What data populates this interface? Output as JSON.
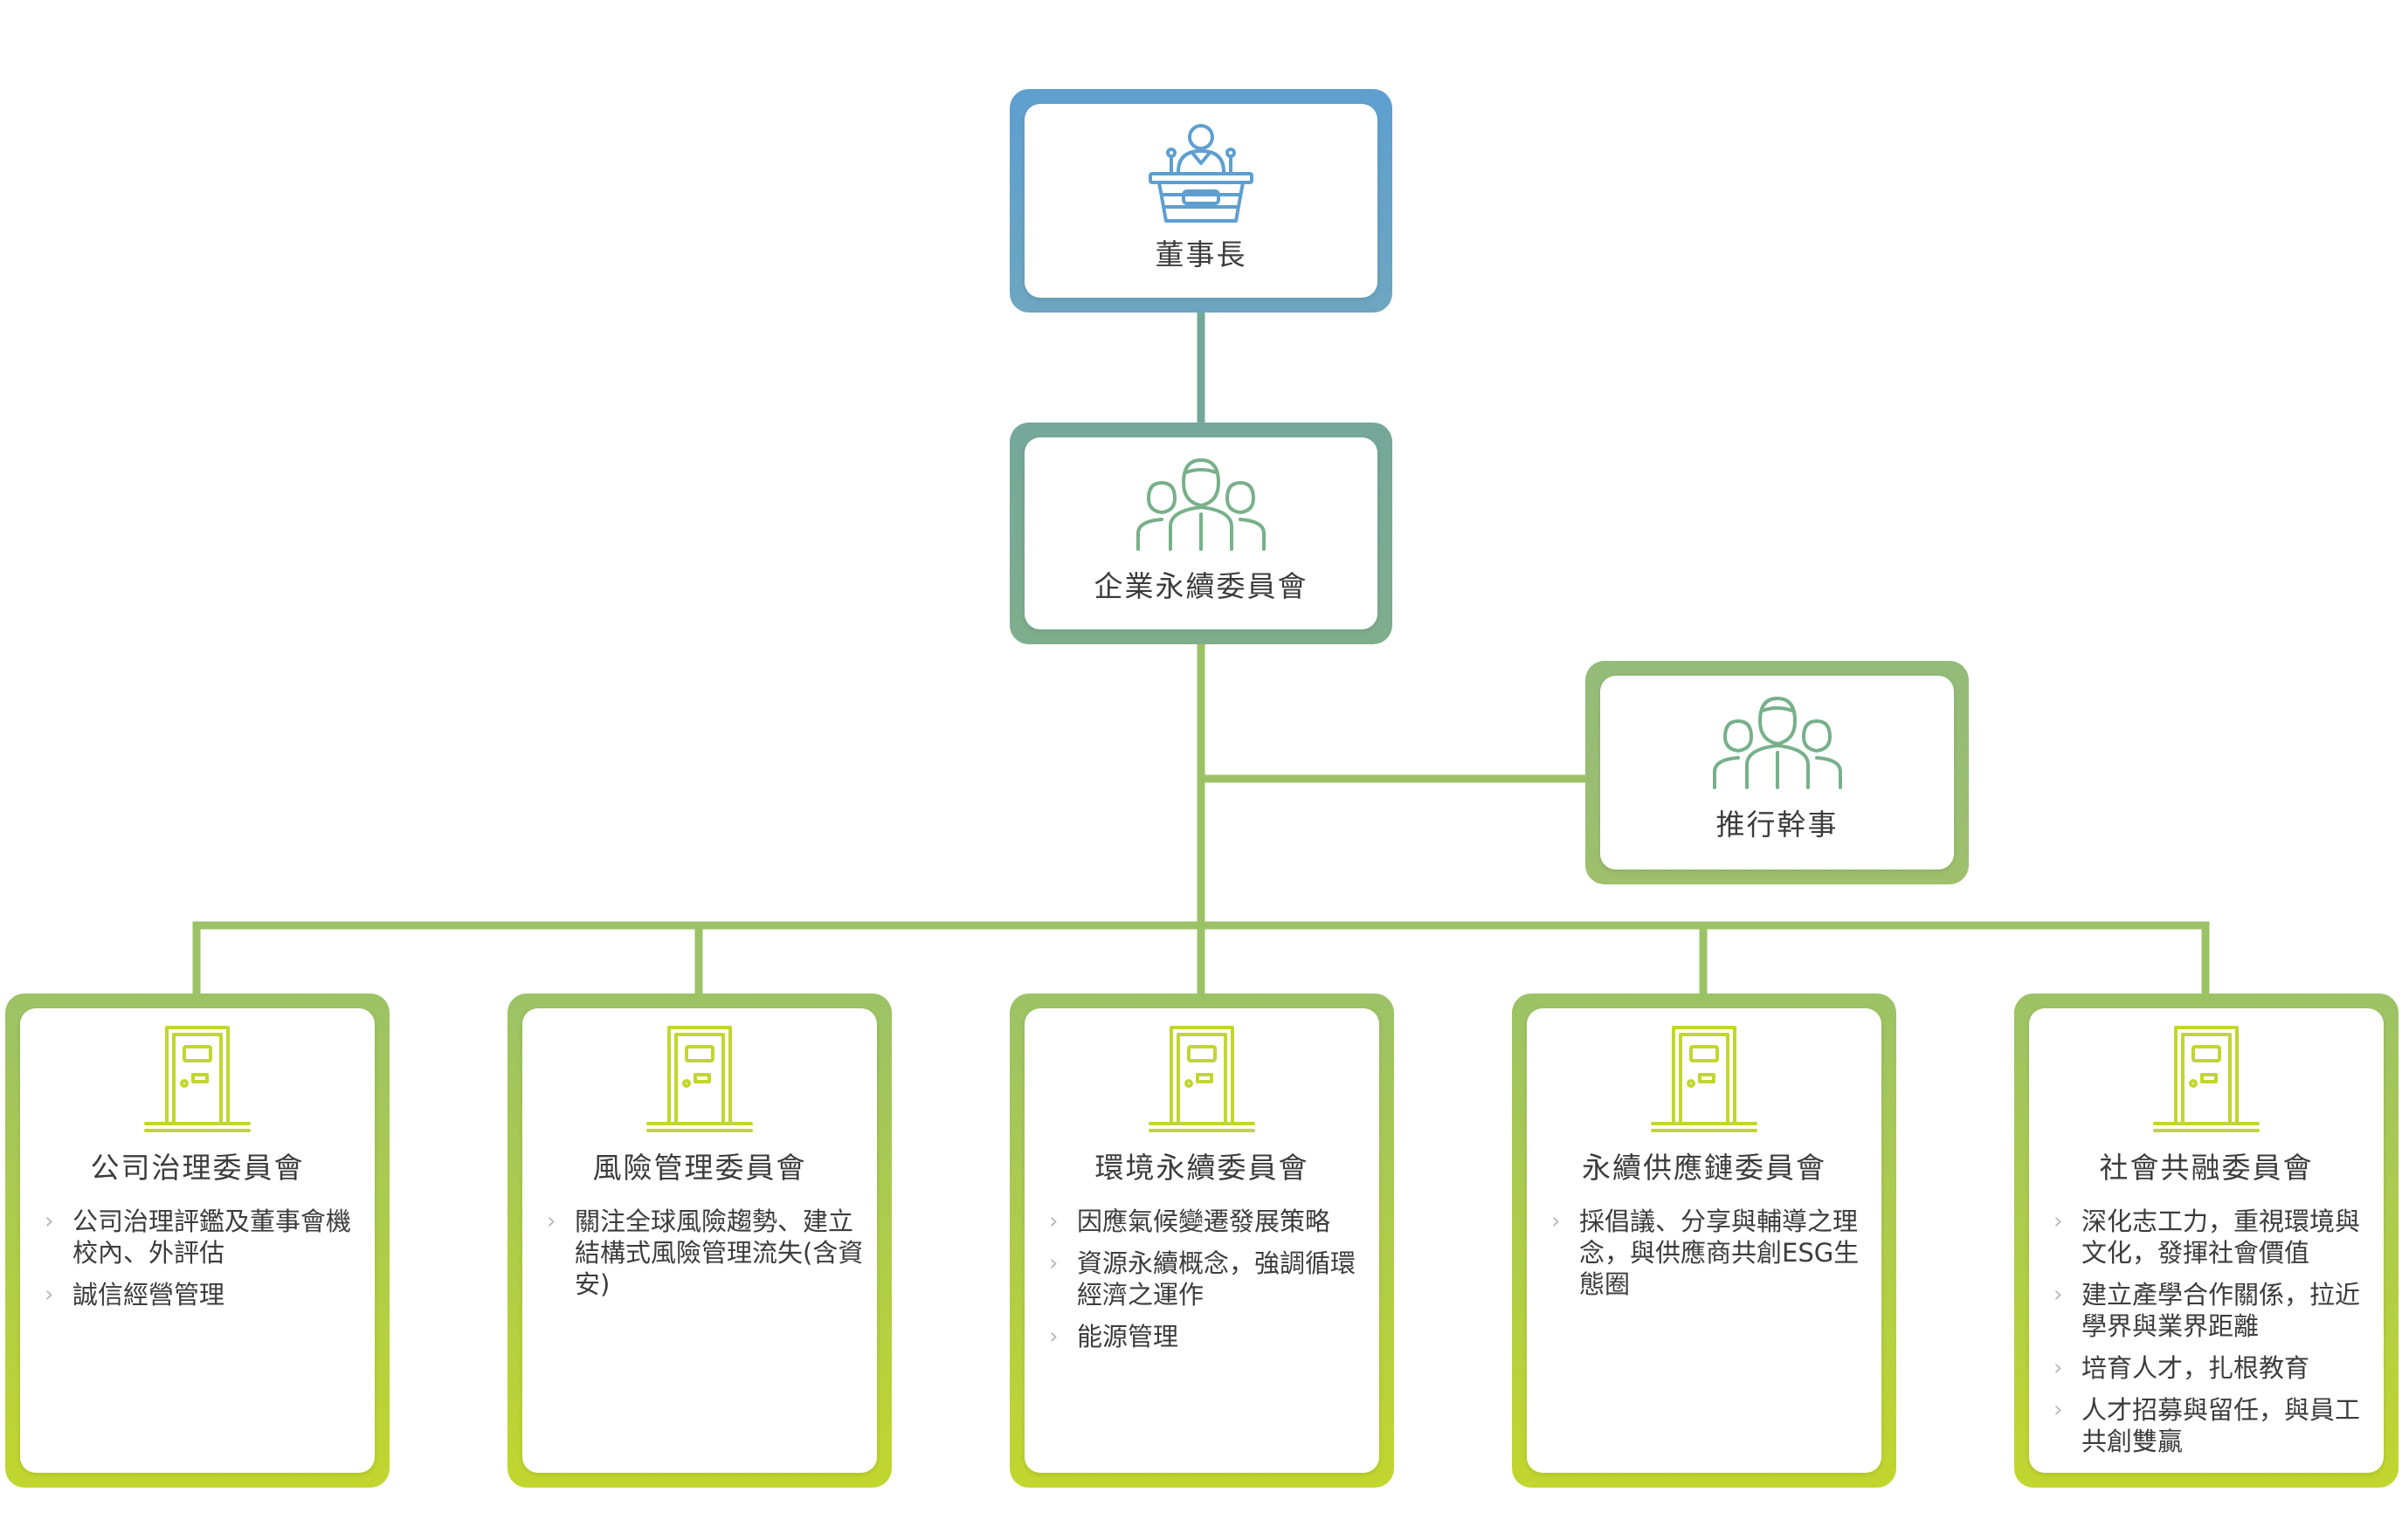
{
  "colors": {
    "chair_frame": "#5e9fd0",
    "committee_frame": "#74a79a",
    "secretary_frame": "#93bb79",
    "sub_frame_top": "#9cc266",
    "sub_frame_bottom": "#c1d62e",
    "connector": "#9cc266",
    "icon_blue": "#5e9fd0",
    "icon_green": "#78b08a",
    "icon_lime": "#c1d62e"
  },
  "chair": {
    "title": "董事長",
    "icon": "speaker-podium-icon"
  },
  "committee": {
    "title": "企業永續委員會",
    "icon": "team-icon"
  },
  "secretary": {
    "title": "推行幹事",
    "icon": "team-icon"
  },
  "subcommittees": [
    {
      "title": "公司治理委員會",
      "icon": "door-icon",
      "items": [
        "公司治理評鑑及董事會機校內、外評估",
        "誠信經營管理"
      ]
    },
    {
      "title": "風險管理委員會",
      "icon": "door-icon",
      "items": [
        "關注全球風險趨勢、建立結構式風險管理流失(含資安)"
      ]
    },
    {
      "title": "環境永續委員會",
      "icon": "door-icon",
      "items": [
        "因應氣候變遷發展策略",
        "資源永續概念，強調循環經濟之運作",
        "能源管理"
      ]
    },
    {
      "title": "永續供應鏈委員會",
      "icon": "door-icon",
      "items": [
        "採倡議、分享與輔導之理念，與供應商共創ESG生態圈"
      ]
    },
    {
      "title": "社會共融委員會",
      "icon": "door-icon",
      "items": [
        "深化志工力，重視環境與文化，發揮社會價值",
        "建立產學合作關係，拉近學界與業界距離",
        "培育人才，扎根教育",
        "人才招募與留任，與員工共創雙贏"
      ]
    }
  ]
}
